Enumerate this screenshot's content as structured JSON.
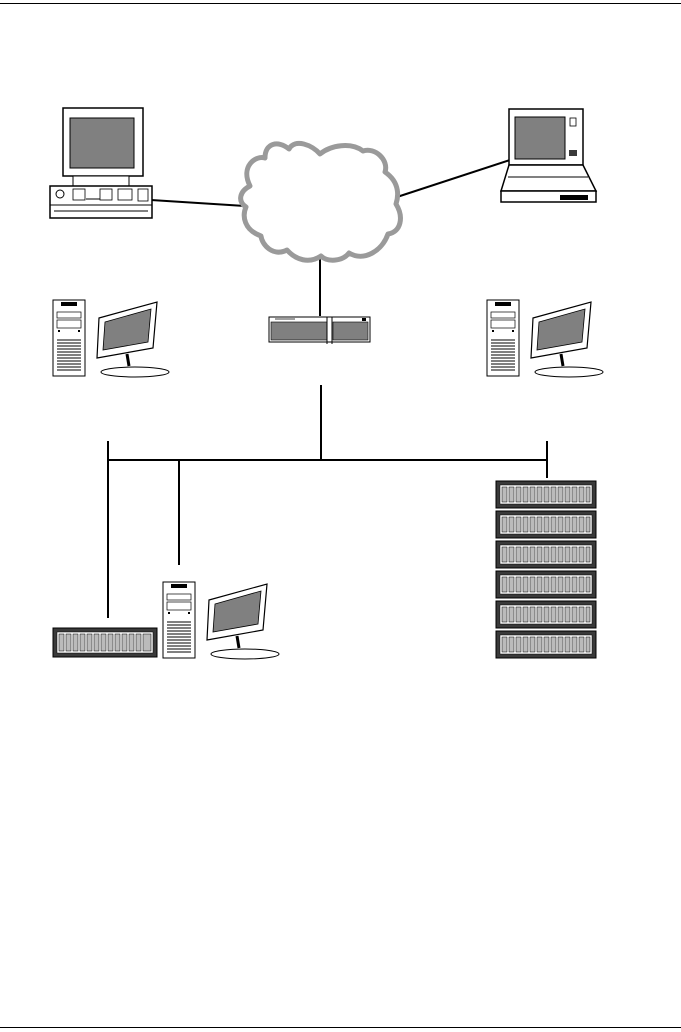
{
  "page": {
    "has_top_rule": true,
    "has_bottom_rule": true
  },
  "colors": {
    "line": "#000000",
    "cloud": "#9a9a9a",
    "screen": "#808080",
    "device_fill": "#ffffff",
    "shelf": "#3a3a3a"
  },
  "diagram": {
    "nodes": [
      {
        "id": "desktop-pc",
        "icon": "desktop-computer-icon"
      },
      {
        "id": "network-cloud",
        "icon": "cloud-icon"
      },
      {
        "id": "laptop",
        "icon": "laptop-icon"
      },
      {
        "id": "router",
        "icon": "router-icon"
      },
      {
        "id": "workstation-left",
        "icon": "tower-workstation-icon"
      },
      {
        "id": "workstation-right",
        "icon": "tower-workstation-icon"
      },
      {
        "id": "disk-enclosure",
        "icon": "disk-enclosure-icon"
      },
      {
        "id": "workstation-bottom",
        "icon": "tower-workstation-icon"
      },
      {
        "id": "storage-rack",
        "icon": "storage-rack-icon",
        "shelves": 6
      }
    ],
    "links": [
      [
        "desktop-pc",
        "network-cloud"
      ],
      [
        "laptop",
        "network-cloud"
      ],
      [
        "network-cloud",
        "router"
      ],
      [
        "router",
        "lan-bus"
      ],
      [
        "lan-bus",
        "disk-enclosure"
      ],
      [
        "lan-bus",
        "workstation-bottom"
      ],
      [
        "lan-bus",
        "storage-rack"
      ]
    ]
  }
}
